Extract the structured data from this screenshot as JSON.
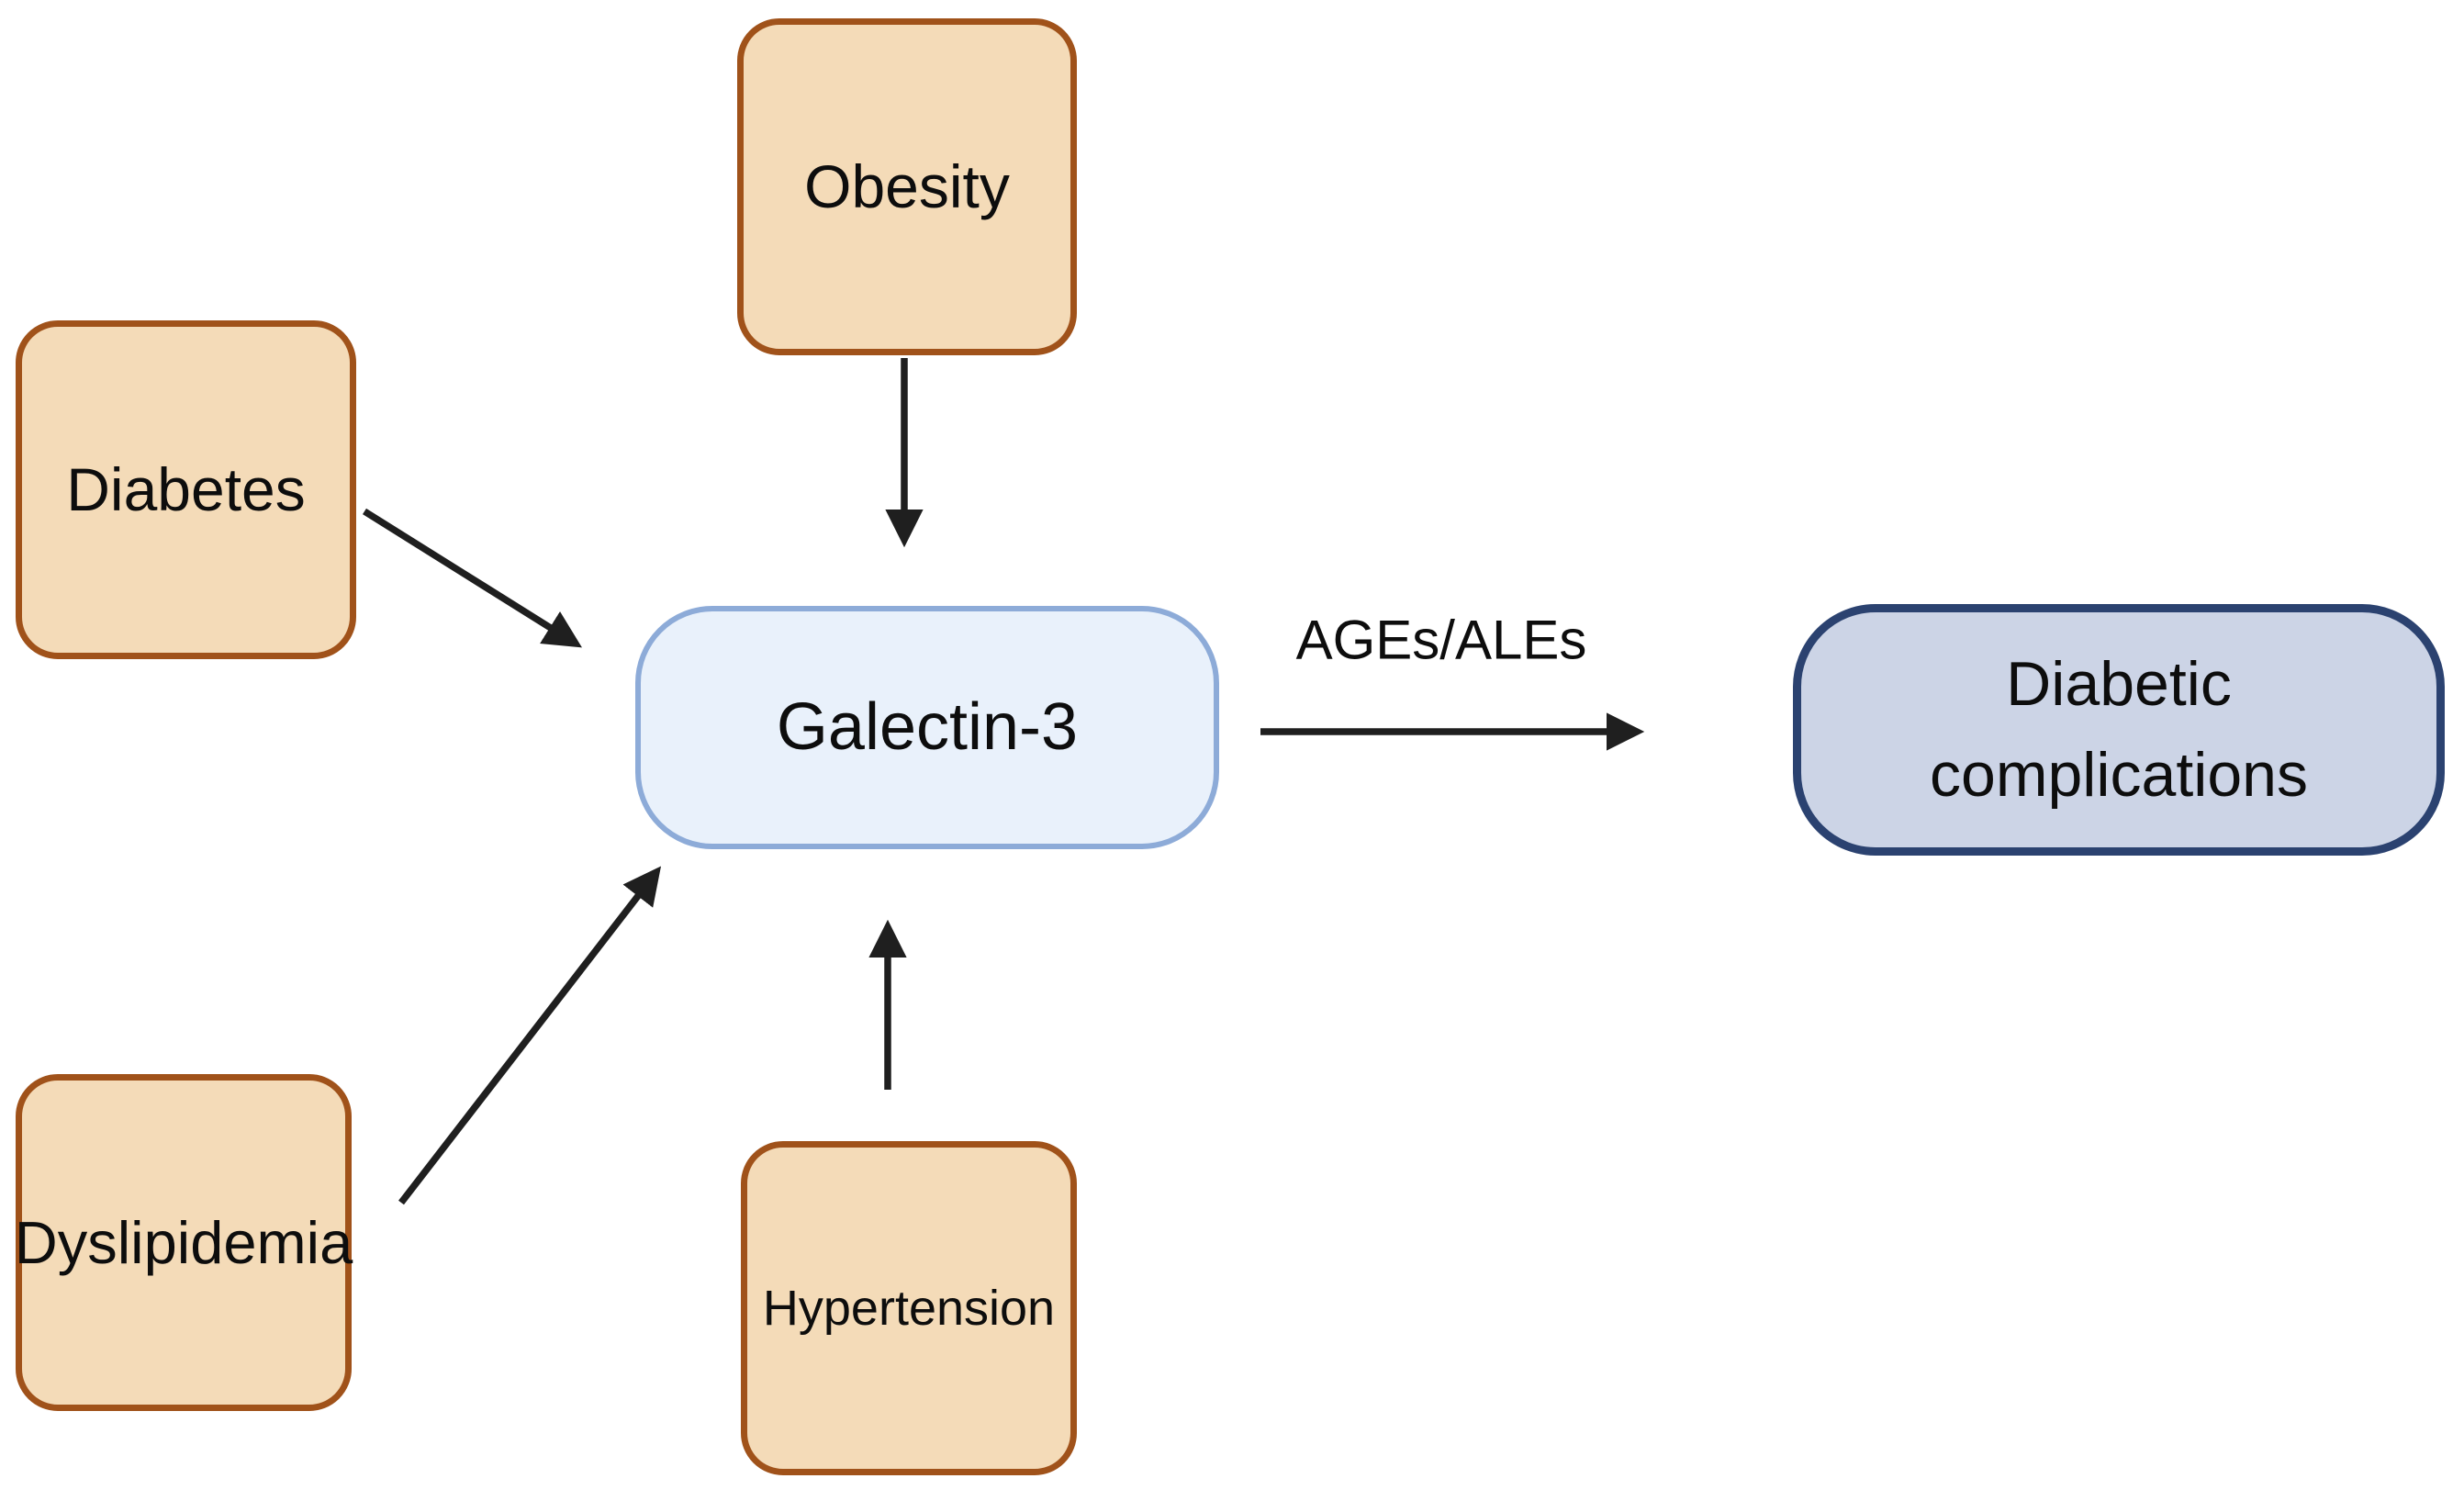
{
  "nodes": {
    "obesity": {
      "label": "Obesity",
      "role": "risk-factor"
    },
    "diabetes": {
      "label": "Diabetes",
      "role": "risk-factor"
    },
    "dyslipidemia": {
      "label": "Dyslipidemia",
      "role": "risk-factor"
    },
    "hypertension": {
      "label": "Hypertension",
      "role": "risk-factor"
    },
    "galectin3": {
      "label": "Galectin-3",
      "role": "mediator"
    },
    "diabetic_complications": {
      "label": "Diabetic complications",
      "role": "outcome"
    }
  },
  "edges": [
    {
      "from": "obesity",
      "to": "galectin3"
    },
    {
      "from": "diabetes",
      "to": "galectin3"
    },
    {
      "from": "dyslipidemia",
      "to": "galectin3"
    },
    {
      "from": "hypertension",
      "to": "galectin3"
    },
    {
      "from": "galectin3",
      "to": "diabetic_complications",
      "label": "AGEs/ALEs"
    }
  ],
  "colors": {
    "background": "#ffffff",
    "risk_fill": "#f4dbb8",
    "risk_border": "#a0521a",
    "mediator_fill": "#e9f1fb",
    "mediator_border": "#8dabd8",
    "outcome_fill": "#ccd4e6",
    "outcome_border": "#2b4270",
    "arrow": "#1f1f1f",
    "text": "#0d0d0d"
  }
}
